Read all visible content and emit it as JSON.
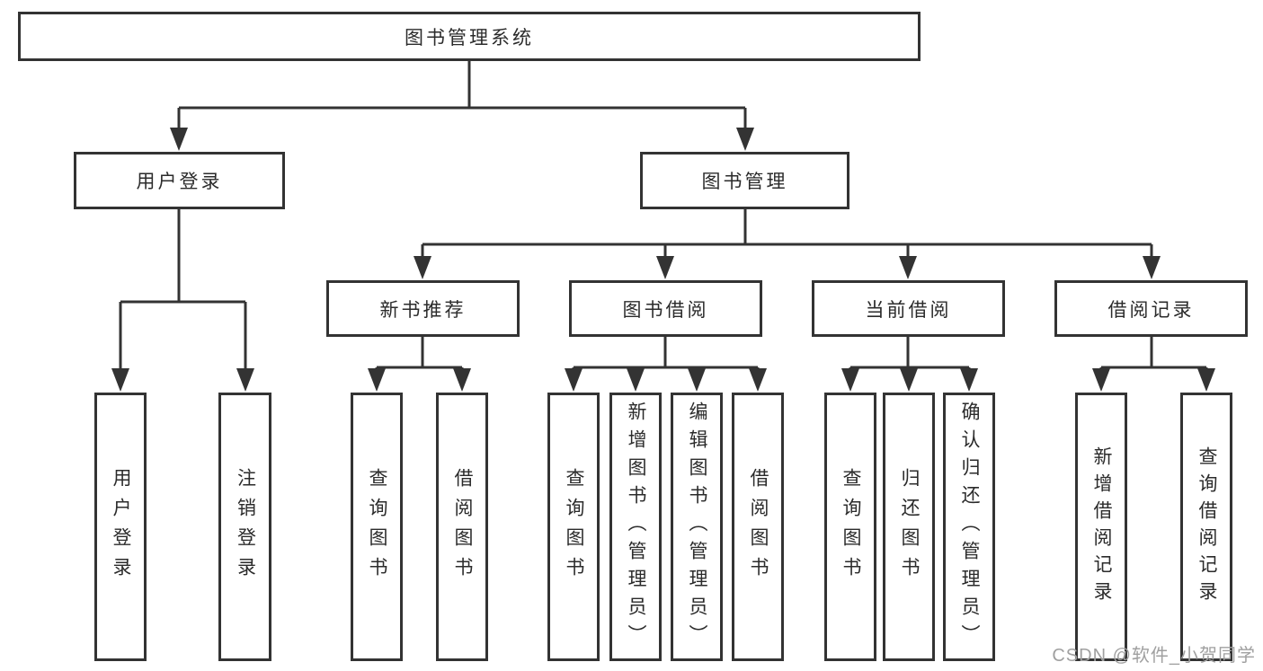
{
  "diagram": {
    "type": "tree",
    "nodes": {
      "root": "图书管理系统",
      "l2": [
        "用户登录",
        "图书管理"
      ],
      "l3": [
        "新书推荐",
        "图书借阅",
        "当前借阅",
        "借阅记录"
      ],
      "leaves": [
        "用户登录",
        "注销登录",
        "查询图书",
        "借阅图书",
        "查询图书",
        "新增图书（管理员）",
        "编辑图书（管理员）",
        "借阅图书",
        "查询图书",
        "归还图书",
        "确认归还（管理员）",
        "新增借阅记录",
        "查询借阅记录"
      ]
    },
    "hierarchy": {
      "图书管理系统": [
        "用户登录",
        "图书管理"
      ],
      "用户登录": [
        "用户登录",
        "注销登录"
      ],
      "图书管理": [
        "新书推荐",
        "图书借阅",
        "当前借阅",
        "借阅记录"
      ],
      "新书推荐": [
        "查询图书",
        "借阅图书"
      ],
      "图书借阅": [
        "查询图书",
        "新增图书（管理员）",
        "编辑图书（管理员）",
        "借阅图书"
      ],
      "当前借阅": [
        "查询图书",
        "归还图书",
        "确认归还（管理员）"
      ],
      "借阅记录": [
        "新增借阅记录",
        "查询借阅记录"
      ]
    },
    "colors": {
      "line": "#333333",
      "text": "#2b2b2b",
      "background": "#ffffff",
      "watermark": "#a0a0a0"
    }
  },
  "watermark": {
    "text": "CSDN @软件_小贺同学"
  }
}
